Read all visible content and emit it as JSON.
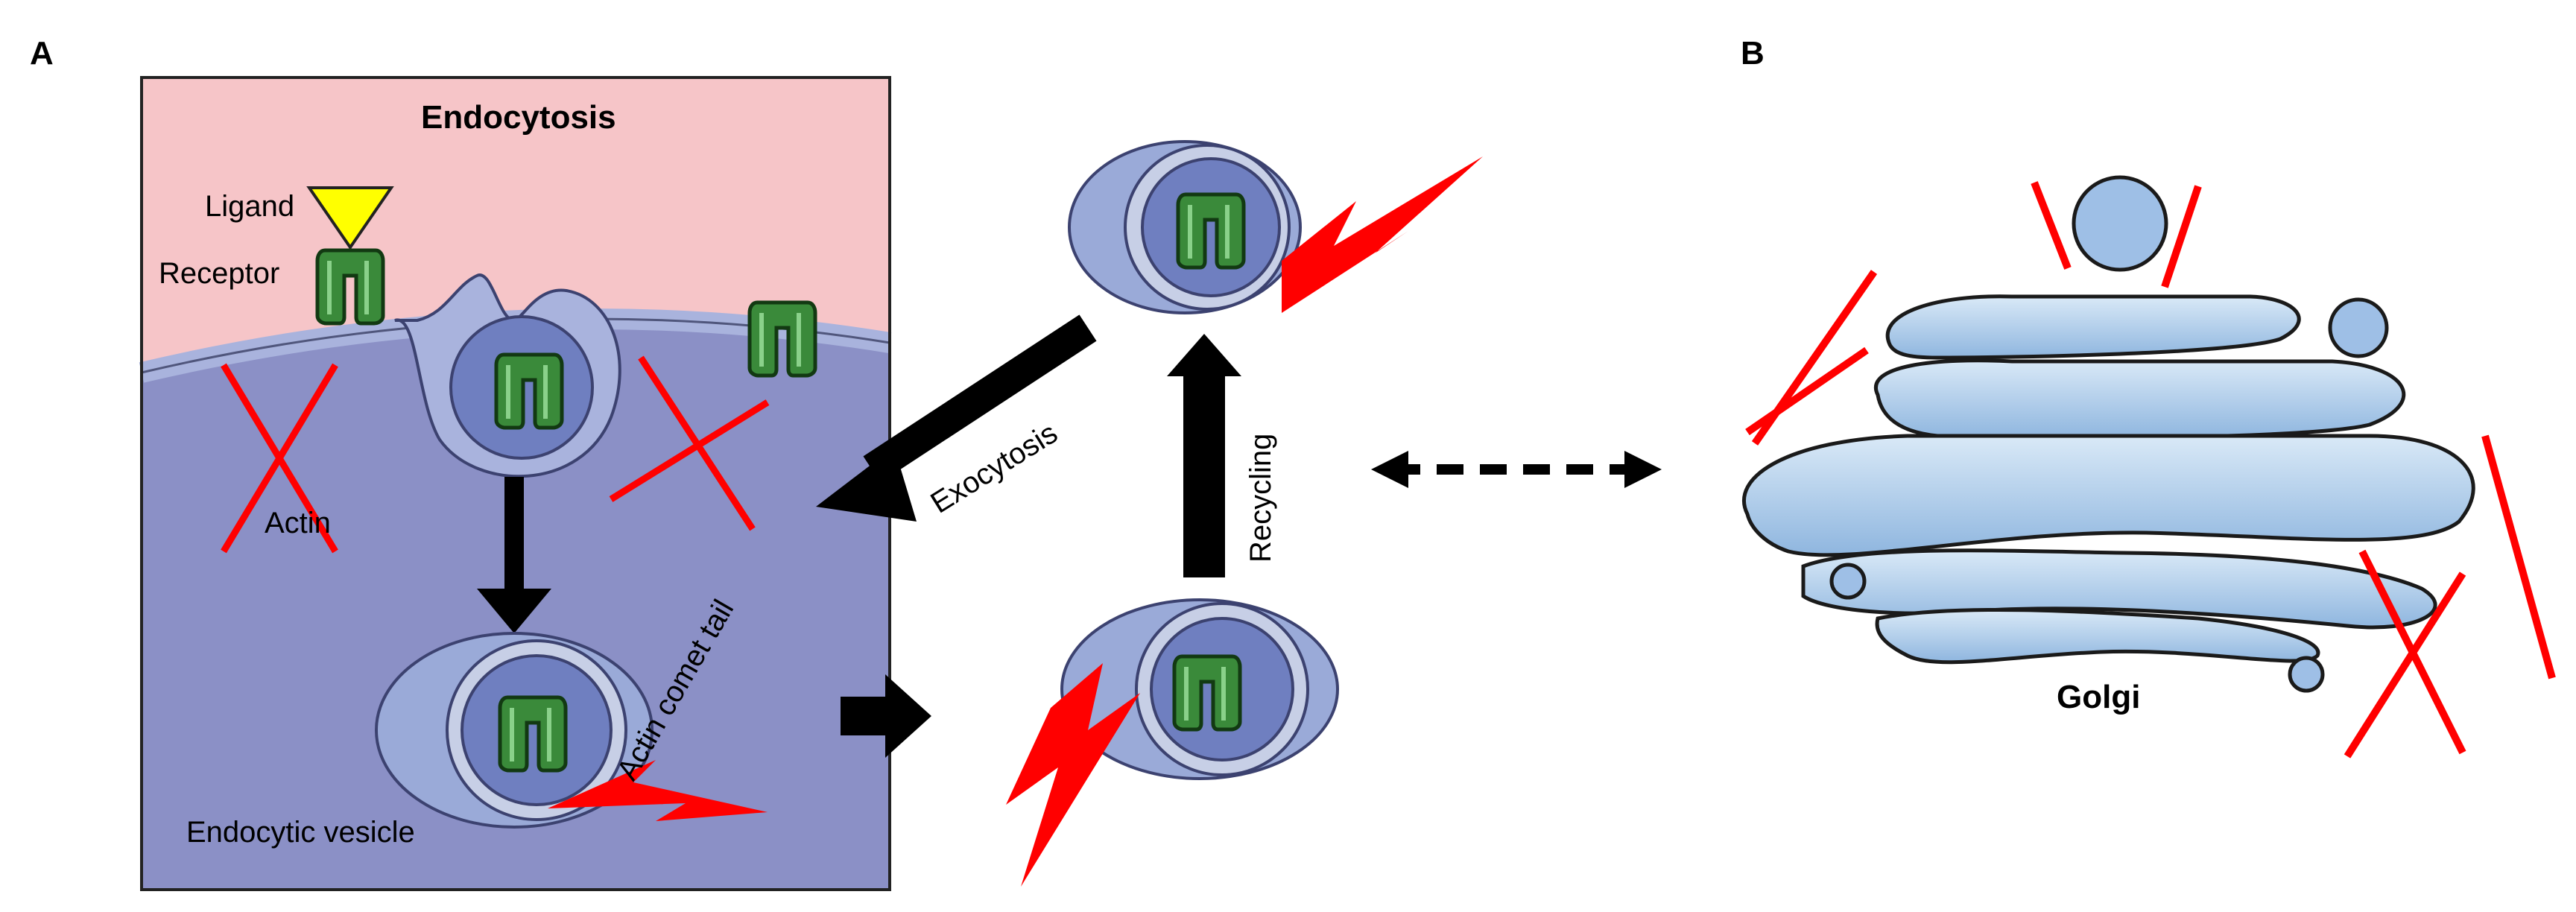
{
  "figure": {
    "panel_a": {
      "letter": "A",
      "title": "Endocytosis",
      "labels": {
        "ligand": "Ligand",
        "receptor": "Receptor",
        "actin": "Actin",
        "actin_comet_tail": "Actin comet tail",
        "endocytic_vesicle": "Endocytic vesicle",
        "exocytosis": "Exocytosis",
        "recycling": "Recycling"
      }
    },
    "panel_b": {
      "letter": "B",
      "label": "Golgi"
    },
    "colors": {
      "extracellular": "#f6c5c8",
      "cytoplasm": "#8b90c6",
      "membrane": "#a9b3dd",
      "vesicle_outer": "#9aaad8",
      "vesicle_ring": "#c7cfe6",
      "vesicle_inner": "#6f7fc0",
      "receptor": "#3a8a3a",
      "ligand": "#ffff00",
      "inhibition": "#ff0000",
      "golgi": "#a9c8e6",
      "arrow": "#000000"
    }
  }
}
